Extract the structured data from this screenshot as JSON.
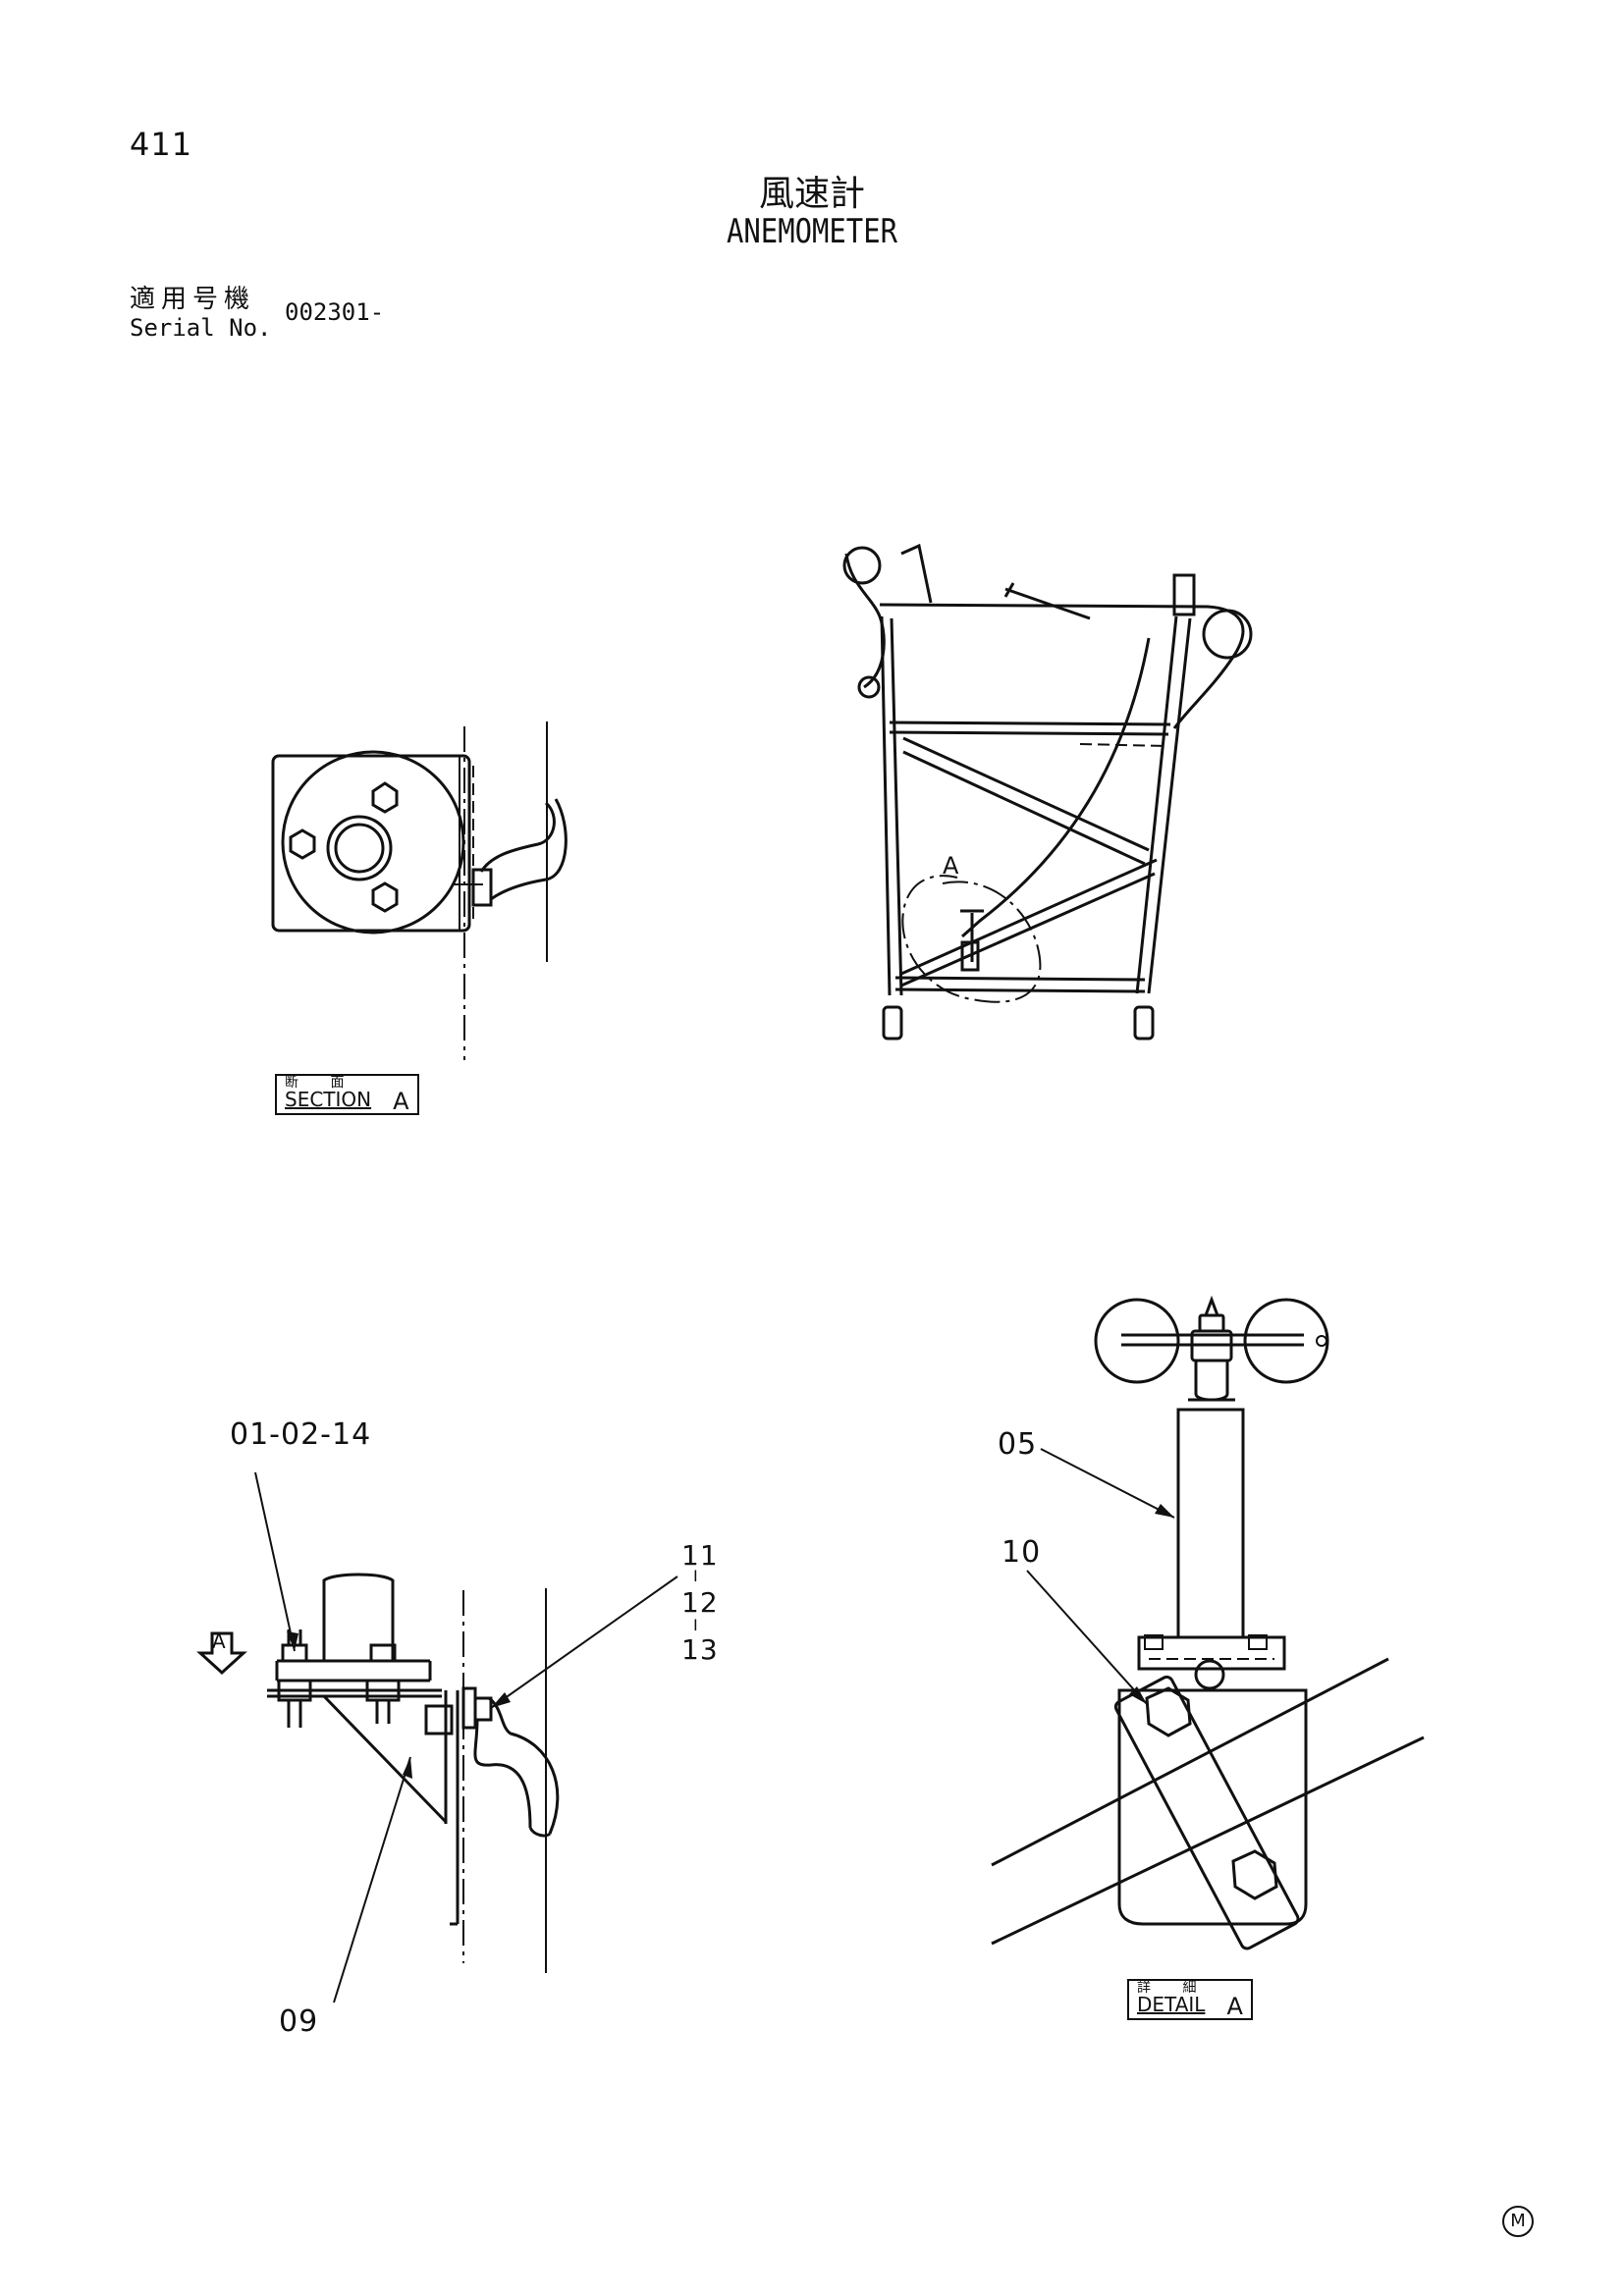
{
  "header": {
    "page_number": "411",
    "title_jp": "風速計",
    "title_en": "ANEMOMETER",
    "serial_label_jp": "適用号機",
    "serial_label_en": "Serial No.",
    "serial_value": "002301-"
  },
  "labels": {
    "section_jp": "断 面",
    "section_en": "SECTION",
    "section_letter": "A",
    "detail_jp": "詳 細",
    "detail_en": "DETAIL",
    "detail_letter": "A",
    "view_marker_letter": "A",
    "view_arrow_letter": "A"
  },
  "callouts": {
    "c1": "01-02-14",
    "c2": "11",
    "c2_sep1": "I",
    "c3": "12",
    "c3_sep2": "I",
    "c4": "13",
    "c5": "09",
    "c6": "05",
    "c7": "10"
  },
  "footer": {
    "mark": "M"
  }
}
